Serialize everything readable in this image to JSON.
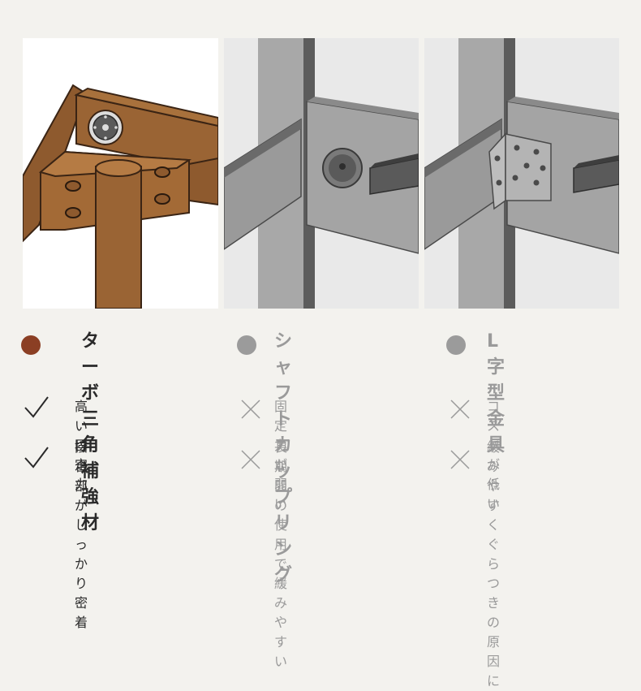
{
  "colors": {
    "accent": "#8b3f24",
    "muted": "#9b9b9b",
    "text": "#2a2a2a"
  },
  "columns": [
    {
      "title": "ターボ\n三角補強材",
      "dot_color": "#8b3f24",
      "points": [
        {
          "icon": "check-icon",
          "text": "高い固定力"
        },
        {
          "icon": "check-icon",
          "text": "接合部がし\nっかり密着"
        }
      ]
    },
    {
      "title": "シャフトカ\nップリング",
      "dot_color": "#9b9b9b",
      "points": [
        {
          "icon": "cross-icon",
          "text": "固定力が弱い"
        },
        {
          "icon": "cross-icon",
          "text": "長期間の使用\nで緩みやすい"
        }
      ]
    },
    {
      "title": "L字型金具",
      "dot_color": "#9b9b9b",
      "points": [
        {
          "icon": "cross-icon",
          "text": "コストが低い"
        },
        {
          "icon": "cross-icon",
          "text": "緩みやすく\nぐらつきの原因に"
        }
      ]
    }
  ]
}
